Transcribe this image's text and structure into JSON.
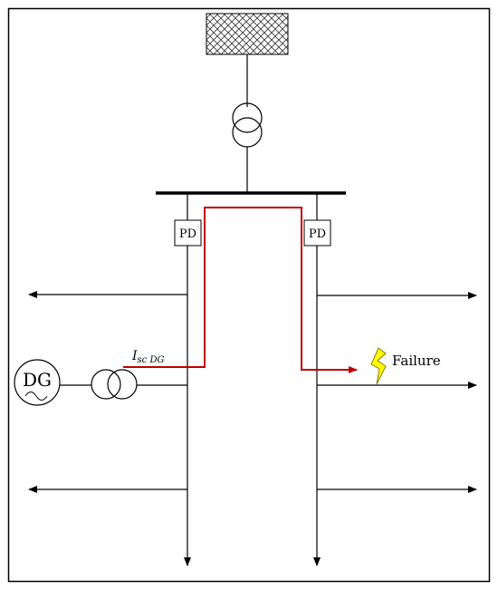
{
  "labels": {
    "pd_left": "PD",
    "pd_right": "PD",
    "dg": "DG",
    "isc_main": "I",
    "isc_sub": "sc DG",
    "failure": "Failure"
  },
  "colors": {
    "line": "#000000",
    "fault_current": "#c00000",
    "lightning_fill": "#ffff00",
    "lightning_stroke": "#8a7a00",
    "grid_hatch": "#333333",
    "background": "#ffffff"
  },
  "icons": {
    "grid_source": "hatched-grid-icon",
    "transformer": "transformer-icon",
    "generator": "generator-icon",
    "fault": "lightning-icon"
  }
}
